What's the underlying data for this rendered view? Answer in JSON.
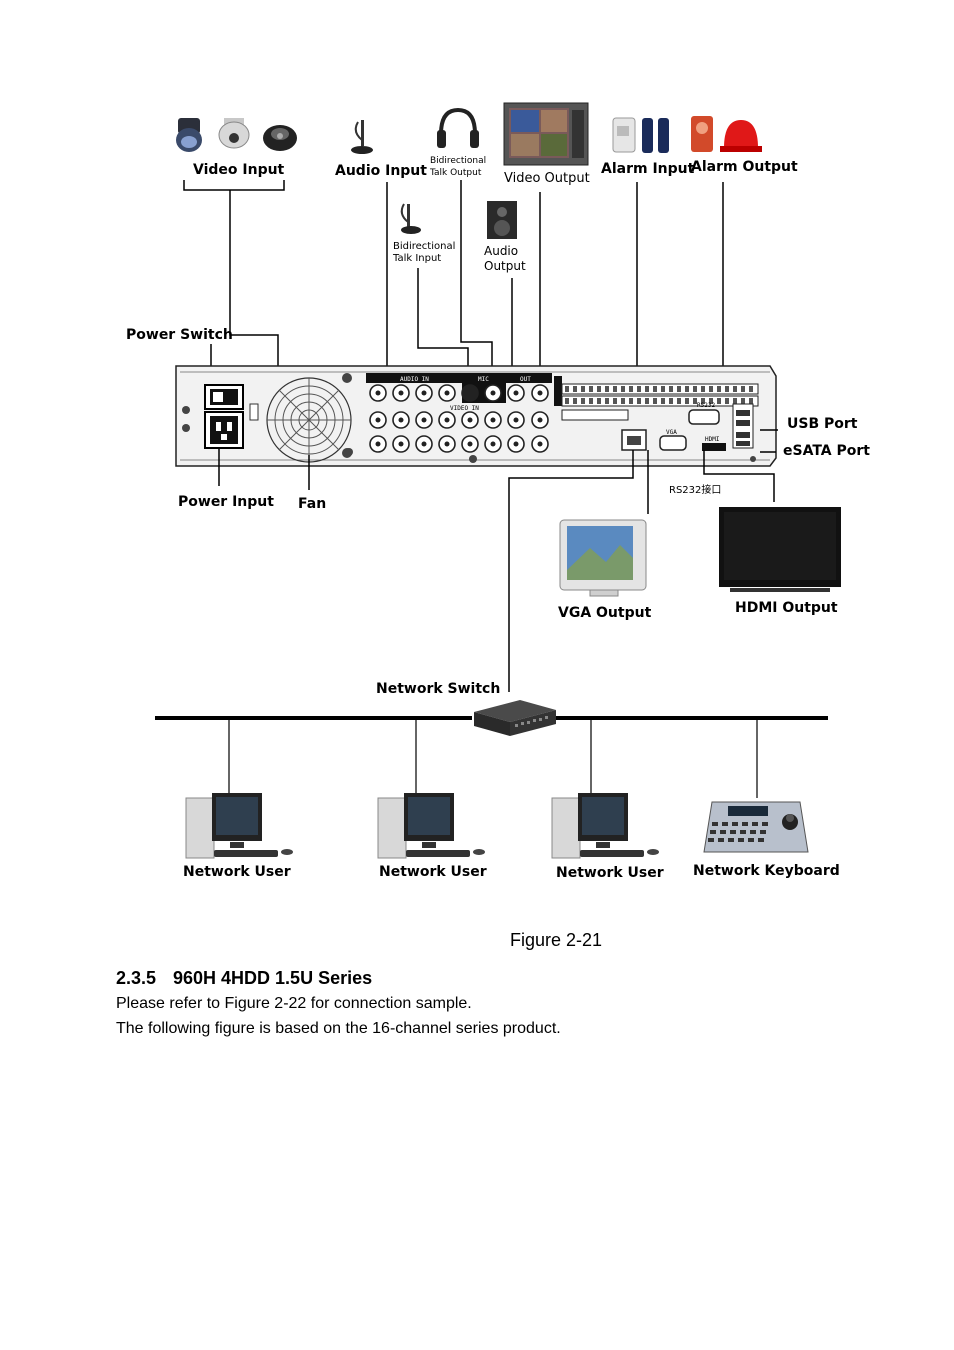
{
  "figure": {
    "labels": {
      "video_input": "Video Input",
      "audio_input": "Audio Input",
      "bidir_talk_output_1": "Bidirectional",
      "bidir_talk_output_2": "Talk Output",
      "video_output": "Video Output",
      "alarm_input": "Alarm Input",
      "alarm_output": "Alarm Output",
      "bidir_talk_input_1": "Bidirectional",
      "bidir_talk_input_2": "Talk Input",
      "audio_output_1": "Audio",
      "audio_output_2": "Output",
      "power_switch": "Power Switch",
      "usb_port": "USB Port",
      "esata_port": "eSATA Port",
      "power_input": "Power Input",
      "fan": "Fan",
      "rs232": "RS232接口",
      "vga_output": "VGA Output",
      "hdmi_output": "HDMI Output",
      "network_switch": "Network Switch",
      "network_user": "Network User",
      "network_keyboard": "Network Keyboard"
    },
    "panel_marks": {
      "audio_in": "AUDIO IN",
      "video_in": "VIDEO IN",
      "mic": "MIC",
      "out": "OUT",
      "rs232": "RS232",
      "vga": "VGA",
      "hdmi": "HDMI"
    }
  },
  "caption": "Figure 2-21",
  "section": {
    "number": "2.3.5",
    "title": "960H 4HDD 1.5U Series"
  },
  "paragraphs": [
    "Please refer to Figure 2-22 for connection sample.",
    "The following figure is based on the 16-channel series product."
  ]
}
